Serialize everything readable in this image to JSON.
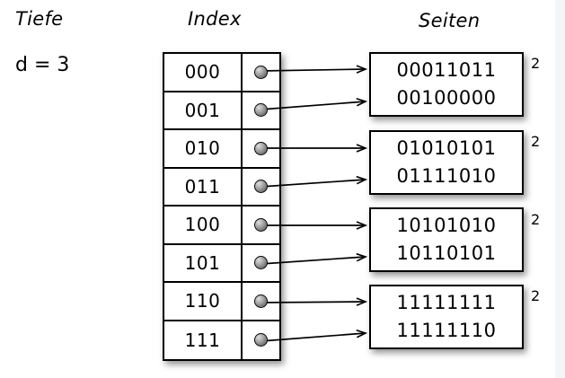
{
  "headers": {
    "depth": "Tiefe",
    "index": "Index",
    "pages": "Seiten"
  },
  "depth": {
    "value": "d = 3"
  },
  "index": {
    "rows": [
      {
        "key": "000"
      },
      {
        "key": "001"
      },
      {
        "key": "010"
      },
      {
        "key": "011"
      },
      {
        "key": "100"
      },
      {
        "key": "101"
      },
      {
        "key": "110"
      },
      {
        "key": "111"
      }
    ]
  },
  "pages": [
    {
      "records": [
        "00011011",
        "00100000"
      ],
      "local_depth": "2"
    },
    {
      "records": [
        "01010101",
        "01111010"
      ],
      "local_depth": "2"
    },
    {
      "records": [
        "10101010",
        "10110101"
      ],
      "local_depth": "2"
    },
    {
      "records": [
        "11111111",
        "11111110"
      ],
      "local_depth": "2"
    }
  ],
  "links": [
    {
      "index": "000",
      "page": 1
    },
    {
      "index": "001",
      "page": 1
    },
    {
      "index": "010",
      "page": 2
    },
    {
      "index": "011",
      "page": 2
    },
    {
      "index": "100",
      "page": 3
    },
    {
      "index": "101",
      "page": 3
    },
    {
      "index": "110",
      "page": 4
    },
    {
      "index": "111",
      "page": 4
    }
  ],
  "colors": {
    "stroke": "#000000",
    "fill": "#ffffff",
    "dot_mid": "#9e9e9e",
    "gutter": "#f4f5f6"
  }
}
